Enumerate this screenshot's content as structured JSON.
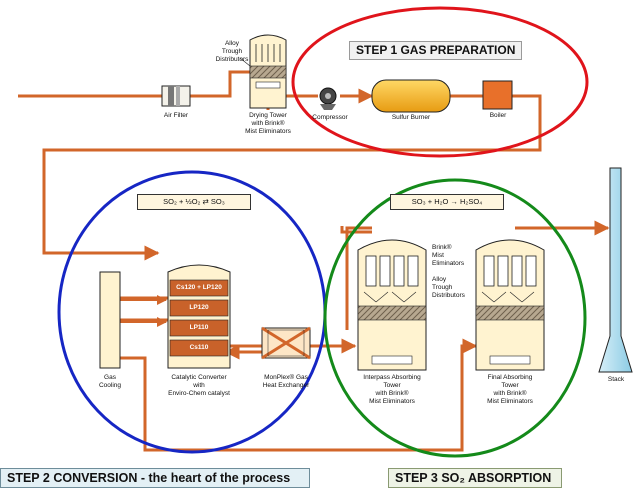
{
  "steps": {
    "step1": "STEP 1 GAS PREPARATION",
    "step2": "STEP 2 CONVERSION - the heart of the process",
    "step3": "STEP 3 SO₂ ABSORPTION"
  },
  "equations": {
    "conversion": "SO₂ + ½O₂ ⇄ SO₃",
    "absorption": "SO₃ + H₂O → H₂SO₄"
  },
  "labels": {
    "air_filter": "Air Filter",
    "alloy_trough_top": "Alloy\nTrough\nDistributors",
    "drying_tower": "Drying Tower\nwith Brink®\nMist Eliminators",
    "compressor": "Compressor",
    "sulfur_burner": "Sulfur Burner",
    "boiler": "Boiler",
    "gas_cooling": "Gas\nCooling",
    "catalytic_converter": "Catalytic Converter\nwith\nEnviro-Chem catalyst",
    "heat_exchanger": "MonPlex® Gas\nHeat Exchanger",
    "interpass_tower": "Interpass Absorbing\nTower\nwith Brink®\nMist Eliminators",
    "brink_mist": "Brink®\nMist\nEliminators",
    "alloy_trough_mid": "Alloy\nTrough\nDistributors",
    "final_tower": "Final Absorbing\nTower\nwith Brink®\nMist Eliminators",
    "stack": "Stack"
  },
  "catalyst_beds": [
    "Cs120 + LP120",
    "LP120",
    "LP110",
    "Cs110"
  ],
  "colors": {
    "pipe": "#d2662a",
    "ring_step1": "#e0141b",
    "ring_step2": "#1626c4",
    "ring_step3": "#148a1a",
    "burner": "#f5b626",
    "boiler": "#e8702a",
    "stack": "#a9d9ec",
    "converter": "#c9622a"
  }
}
